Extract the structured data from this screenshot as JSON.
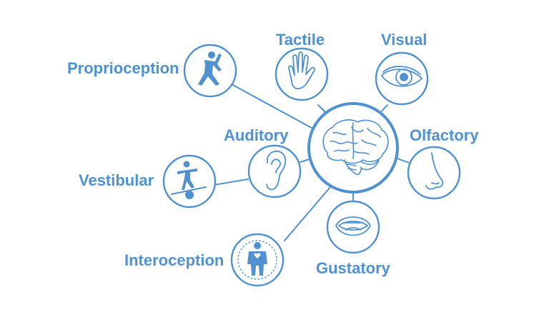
{
  "diagram": {
    "center": {
      "icon": "brain-icon"
    },
    "senses": [
      {
        "id": "proprioception",
        "label": "Proprioception",
        "icon": "stretching-person-icon"
      },
      {
        "id": "tactile",
        "label": "Tactile",
        "icon": "hand-icon"
      },
      {
        "id": "visual",
        "label": "Visual",
        "icon": "eye-icon"
      },
      {
        "id": "auditory",
        "label": "Auditory",
        "icon": "ear-icon"
      },
      {
        "id": "olfactory",
        "label": "Olfactory",
        "icon": "nose-icon"
      },
      {
        "id": "vestibular",
        "label": "Vestibular",
        "icon": "balancing-person-icon"
      },
      {
        "id": "interoception",
        "label": "Interoception",
        "icon": "body-interior-icon"
      },
      {
        "id": "gustatory",
        "label": "Gustatory",
        "icon": "mouth-icon"
      }
    ],
    "colors": {
      "accent": "#4f91d1",
      "background": "#ffffff"
    }
  }
}
